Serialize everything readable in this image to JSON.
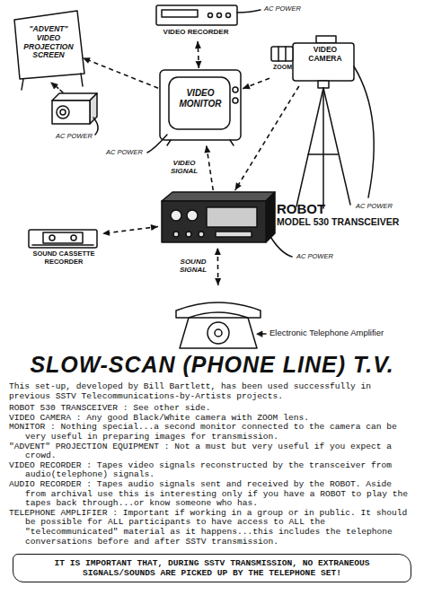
{
  "diagram": {
    "title": "SLOW-SCAN (PHONE LINE) T.V.",
    "caption": "IT IS IMPORTANT THAT, DURING SSTV TRANSMISSION, NO EXTRANEOUS SIGNALS/SOUNDS ARE PICKED UP BY THE TELEPHONE SET!",
    "nodes": [
      {
        "text": [
          "\"ADVENT\" VIDEO PROJECTION SCREEN"
        ]
      },
      {
        "text": [
          "VIDEO RECORDER"
        ]
      },
      {
        "text": [
          "VIDEO MONITOR"
        ]
      },
      {
        "text": [
          "VIDEO CAMERA",
          "ZOOM"
        ]
      },
      {
        "text": [
          "ROBOT",
          "MODEL 530 TRANSCEIVER"
        ]
      },
      {
        "text": [
          "SOUND CASSETTE RECORDER"
        ]
      },
      {
        "text": [
          "Electronic Telephone Amplifier"
        ]
      }
    ],
    "edges": [
      {
        "from": 3,
        "to": 2,
        "arrow": "to"
      },
      {
        "from": 2,
        "to": 1,
        "arrow": "both"
      },
      {
        "from": 2,
        "to": 0,
        "arrow": "to"
      },
      {
        "from": 3,
        "to": 4,
        "arrow": "to"
      },
      {
        "from": 4,
        "to": 2,
        "label": "VIDEO SIGNAL",
        "arrow": "to"
      },
      {
        "from": 4,
        "to": 5,
        "arrow": "both"
      },
      {
        "from": 6,
        "to": 4,
        "label": "SOUND SIGNAL",
        "arrow": "both"
      }
    ],
    "labels": [
      "AC POWER",
      "AC POWER",
      "AC POWER",
      "AC POWER",
      "AC POWER",
      "This set-up, developed by Bill Bartlett, has been used successfully in previous SSTV Telecommunications-by-Artists projects.",
      "ROBOT 530 TRANSCEIVER : See other side.",
      "VIDEO CAMERA : Any good Black/White camera with ZOOM lens.",
      "MONITOR : Nothing special...a second monitor connected to the camera can be very useful in preparing images for transmission.",
      "\"ADVENT\" PROJECTION EQUIPMENT : Not a must but very useful if you expect a crowd.",
      "VIDEO RECORDER : Tapes video signals reconstructed by the transceiver from audio(telephone) signals.",
      "AUDIO RECORDER : Tapes audio signals sent and received by the ROBOT. Aside from archival use this is interesting only if you have a ROBOT to play the tapes back through...or know someone who has.",
      "TELEPHONE AMPLIFIER : Important if working in a group or in public. It should be possible for ALL participants to have access to ALL the \"telecommunicated\" material as it happens...this includes the telephone conversations before and after SSTV transmission."
    ]
  }
}
